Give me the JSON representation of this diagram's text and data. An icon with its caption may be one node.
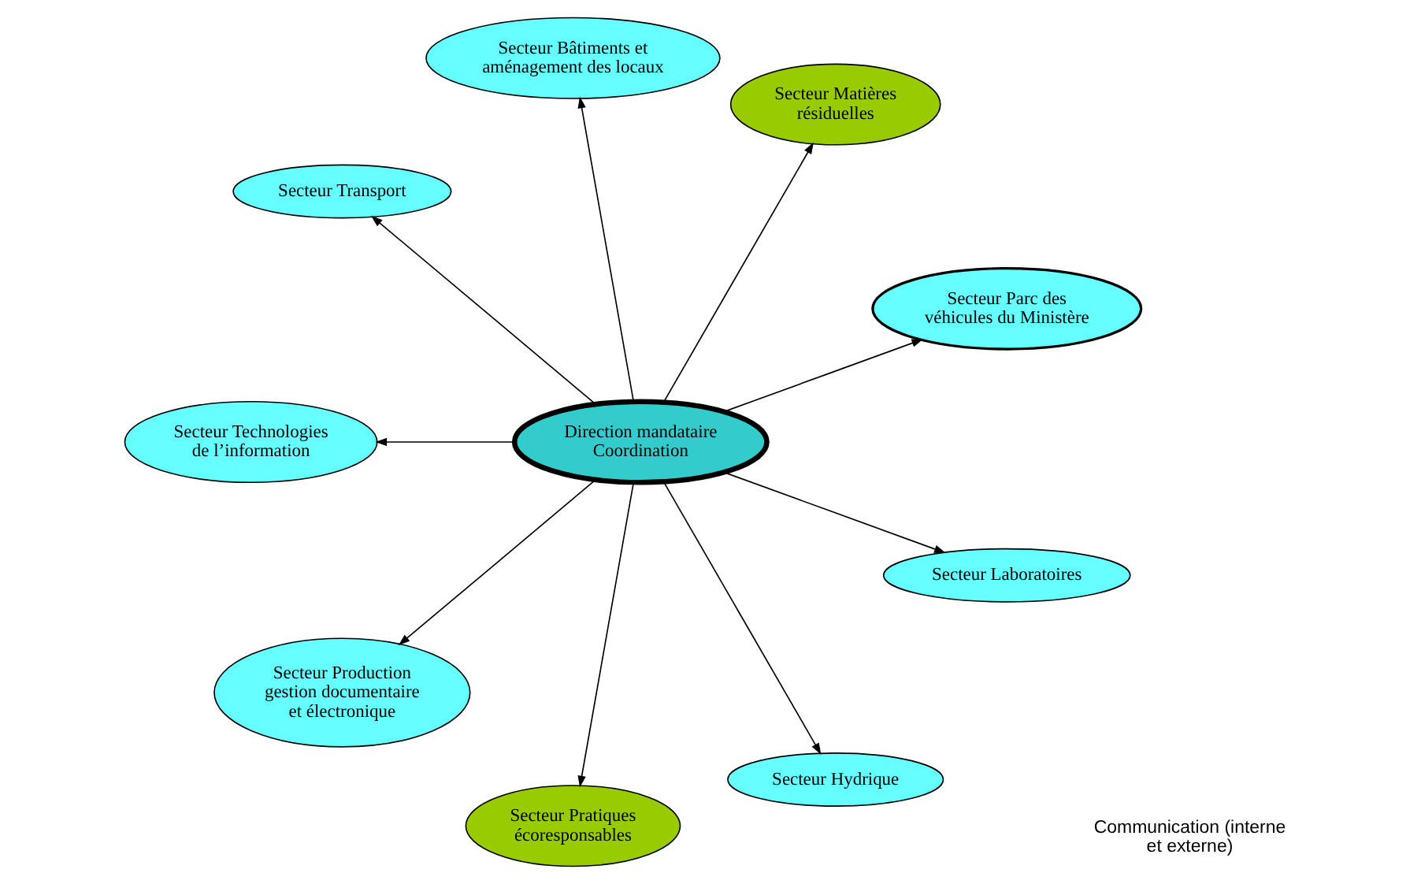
{
  "diagram": {
    "nodes": [
      {
        "text": [
          "Secteur Parc des véhicules du Ministère"
        ]
      },
      {
        "text": [
          "Secteur Matières résiduelles"
        ]
      },
      {
        "text": [
          "Secteur Bâtiments et aménagement des locaux"
        ]
      },
      {
        "text": [
          "Secteur Transport"
        ]
      },
      {
        "text": [
          "Direction mandataire Coordination"
        ]
      },
      {
        "text": [
          "Secteur Technologies de l’information"
        ]
      },
      {
        "text": [
          "Secteur Production gestion documentaire et électronique"
        ]
      },
      {
        "text": [
          "Secteur Pratiques écoresponsables"
        ]
      },
      {
        "text": [
          "Secteur Hydrique"
        ]
      },
      {
        "text": [
          "Secteur Laboratoires"
        ]
      }
    ],
    "edges": [
      {
        "from": 4,
        "to": 0,
        "arrow": "to"
      },
      {
        "from": 4,
        "to": 1,
        "arrow": "to"
      },
      {
        "from": 4,
        "to": 2,
        "arrow": "to"
      },
      {
        "from": 4,
        "to": 3,
        "arrow": "to"
      },
      {
        "from": 4,
        "to": 5,
        "arrow": "to"
      },
      {
        "from": 4,
        "to": 6,
        "arrow": "to"
      },
      {
        "from": 4,
        "to": 7,
        "arrow": "to"
      },
      {
        "from": 4,
        "to": 8,
        "arrow": "to"
      },
      {
        "from": 4,
        "to": 9,
        "arrow": "to"
      }
    ],
    "labels": [
      "Communication (interne et externe)"
    ]
  }
}
